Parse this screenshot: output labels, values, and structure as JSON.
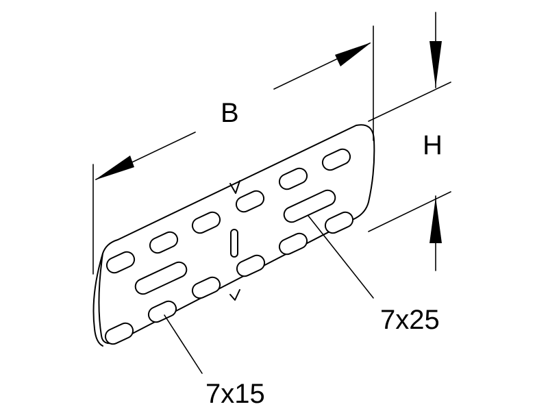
{
  "dimensions": {
    "width_label": "B",
    "height_label": "H"
  },
  "callouts": {
    "slot_large": "7x25",
    "slot_small": "7x15"
  }
}
